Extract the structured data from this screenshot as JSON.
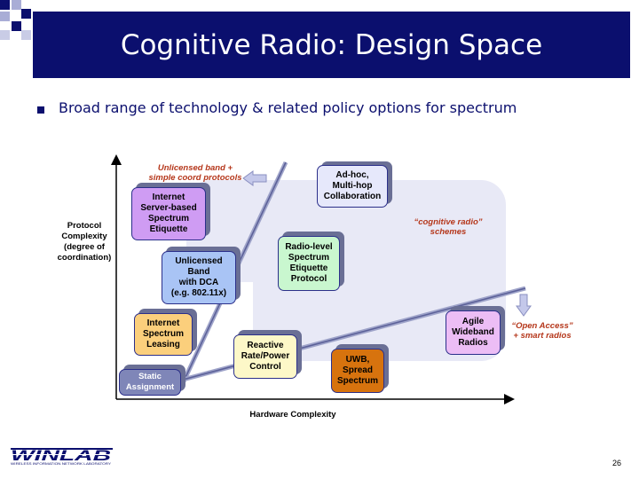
{
  "slide": {
    "title": "Cognitive Radio: Design Space",
    "bullet": "Broad range of technology & related policy options for spectrum",
    "page_number": "26"
  },
  "diagram": {
    "y_axis_label": [
      "Protocol",
      "Complexity",
      "(degree of",
      "coordination)"
    ],
    "x_axis_label": "Hardware Complexity",
    "annotations": {
      "unlicensed_band": [
        "Unlicensed band +",
        "simple coord protocols"
      ],
      "cognitive_radio": [
        "“cognitive radio”",
        "schemes"
      ],
      "open_access": [
        "“Open Access”",
        "+ smart radios"
      ]
    },
    "boxes": {
      "adhoc": [
        "Ad-hoc,",
        "Multi-hop",
        "Collaboration"
      ],
      "internet_server": [
        "Internet",
        "Server-based",
        "Spectrum",
        "Etiquette"
      ],
      "unlicensed_dca": [
        "Unlicensed",
        "Band",
        "with DCA",
        "(e.g. 802.11x)"
      ],
      "radio_level": [
        "Radio-level",
        "Spectrum",
        "Etiquette",
        "Protocol"
      ],
      "internet_leasing": [
        "Internet",
        "Spectrum",
        "Leasing"
      ],
      "reactive": [
        "Reactive",
        "Rate/Power",
        "Control"
      ],
      "uwb": [
        "UWB,",
        "Spread",
        "Spectrum"
      ],
      "agile": [
        "Agile",
        "Wideband",
        "Radios"
      ],
      "static": [
        "Static",
        "Assignment"
      ]
    },
    "colors": {
      "title_bar": "#0b0f6e",
      "adhoc": "#e6e8fb",
      "internet_server": "#cf9cf3",
      "unlicensed_dca": "#a9c4f5",
      "radio_level": "#c9f7cf",
      "internet_leasing": "#fbcf7c",
      "reactive": "#fdf8c8",
      "uwb": "#d7730e",
      "agile": "#ecbdf5",
      "static": "#7f86b8",
      "annotation": "#b5371b"
    }
  },
  "logo": {
    "name": "WINLAB",
    "subtitle": "WIRELESS INFORMATION NETWORK LABORATORY"
  }
}
